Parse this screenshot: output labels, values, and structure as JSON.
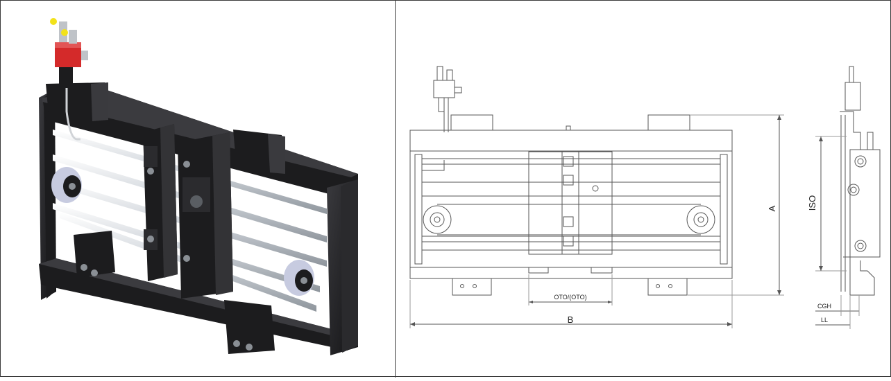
{
  "dimensions": {
    "width_label": "B",
    "height_label": "A",
    "iso_label": "ISO",
    "oto_label": "OTO/(OTO)",
    "cgh_label": "CGH",
    "ll_label": "LL"
  },
  "colors": {
    "frame_black": "#1c1c1e",
    "rod_silver": "#d9dde2",
    "valve_red": "#d42a2a",
    "fitting_yellow": "#f2e21a",
    "line_gray": "#555555"
  }
}
